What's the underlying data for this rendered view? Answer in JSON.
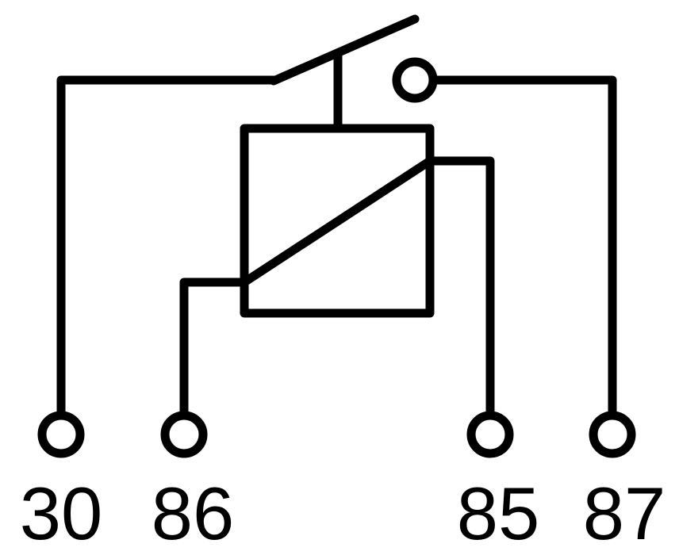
{
  "pins": [
    {
      "id": "30",
      "label": "30"
    },
    {
      "id": "86",
      "label": "86"
    },
    {
      "id": "85",
      "label": "85"
    },
    {
      "id": "87",
      "label": "87"
    }
  ],
  "colors": {
    "line": "#000000",
    "background": "#ffffff"
  }
}
